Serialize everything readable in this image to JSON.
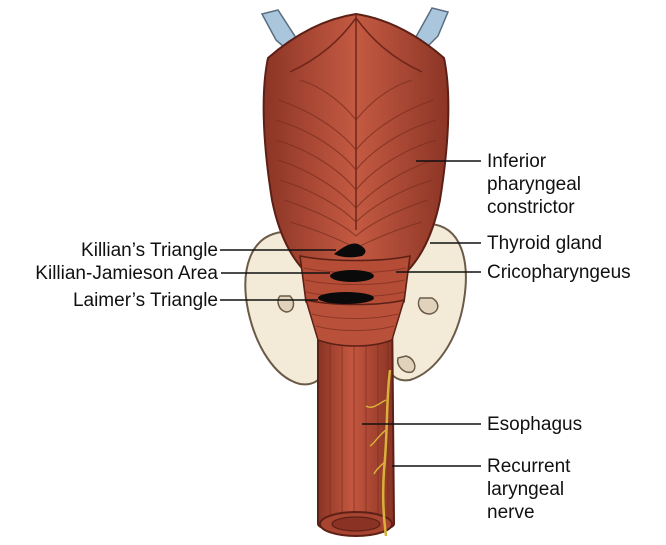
{
  "labels": {
    "inferior_constrictor": [
      "Inferior",
      "pharyngeal",
      "constrictor"
    ],
    "thyroid_gland": "Thyroid gland",
    "cricopharyngeus": "Cricopharyngeus",
    "esophagus": "Esophagus",
    "recurrent_nerve": [
      "Recurrent",
      "laryngeal",
      "nerve"
    ],
    "killians_triangle": "Killian’s Triangle",
    "killian_jamieson_area": "Killian-Jamieson Area",
    "laimers_triangle": "Laimer’s Triangle"
  },
  "colors": {
    "muscle": "#b9503a",
    "muscle_dark": "#7a2e20",
    "muscle_light": "#cf6a52",
    "thyroid": "#f3ead8",
    "cartilage": "#a9c6dc",
    "nerve": "#d8b13a",
    "leader": "#111111"
  }
}
